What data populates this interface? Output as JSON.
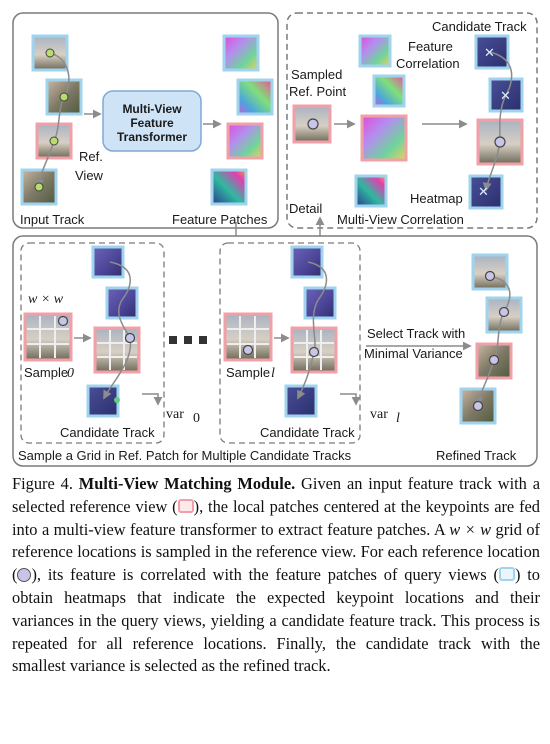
{
  "figure": {
    "top_left": {
      "panel_label": "Input Track",
      "ref_view_label": "Ref.",
      "ref_view_label2": "View"
    },
    "transformer": {
      "label_line1": "Multi-View",
      "label_line2": "Feature",
      "label_line3": "Transformer"
    },
    "feature_patches": {
      "panel_label": "Feature Patches"
    },
    "correlation": {
      "panel_label": "Multi-View Correlation",
      "sampled_point_line1": "Sampled",
      "sampled_point_line2": "Ref. Point",
      "feature_corr_line1": "Feature",
      "feature_corr_line2": "Correlation",
      "candidate_track_label": "Candidate Track",
      "heatmap_label": "Heatmap",
      "detail_label": "Detail"
    },
    "bottom": {
      "panel_label": "Sample a Grid in Ref. Patch for Multiple Candidate Tracks",
      "grid_size_label": "w × w",
      "sample_0_label": "Sample",
      "sample_0_index": "0",
      "sample_l_label": "Sample",
      "sample_l_index": "l",
      "candidate_track_0": "Candidate Track",
      "candidate_track_l": "Candidate Track",
      "var_0": "var",
      "var_0_index": "0",
      "var_l": "var",
      "var_l_index": "l",
      "select_line1": "Select Track with",
      "select_line2": "Minimal Variance",
      "refined_label": "Refined Track"
    },
    "colors": {
      "ref_border": "#f2a0a8",
      "query_border": "#9fd3ee",
      "panel_border": "#7a7a7a",
      "transformer_fill": "#cfe3f7",
      "keypoint_green": "#b7dd6a",
      "ref_point": "#c9c5e8"
    }
  },
  "caption": {
    "label": "Figure 4.",
    "title": "Multi-View Matching Module.",
    "text_1": " Given an input feature track with a selected reference view (",
    "text_2": "), the local patches centered at the keypoints are fed into a multi-view feature transformer to extract feature patches.  A ",
    "grid_math": "w × w",
    "text_3": " grid of reference locations is sampled in the reference view. For each reference location (",
    "text_4": "), its feature is correlated with the feature patches of query views (",
    "text_5": ") to obtain heatmaps that indicate the expected keypoint locations and their variances in the query views, yielding a candidate feature track. This process is repeated for all reference locations. Finally, the candidate track with the smallest variance is selected as the refined track."
  }
}
